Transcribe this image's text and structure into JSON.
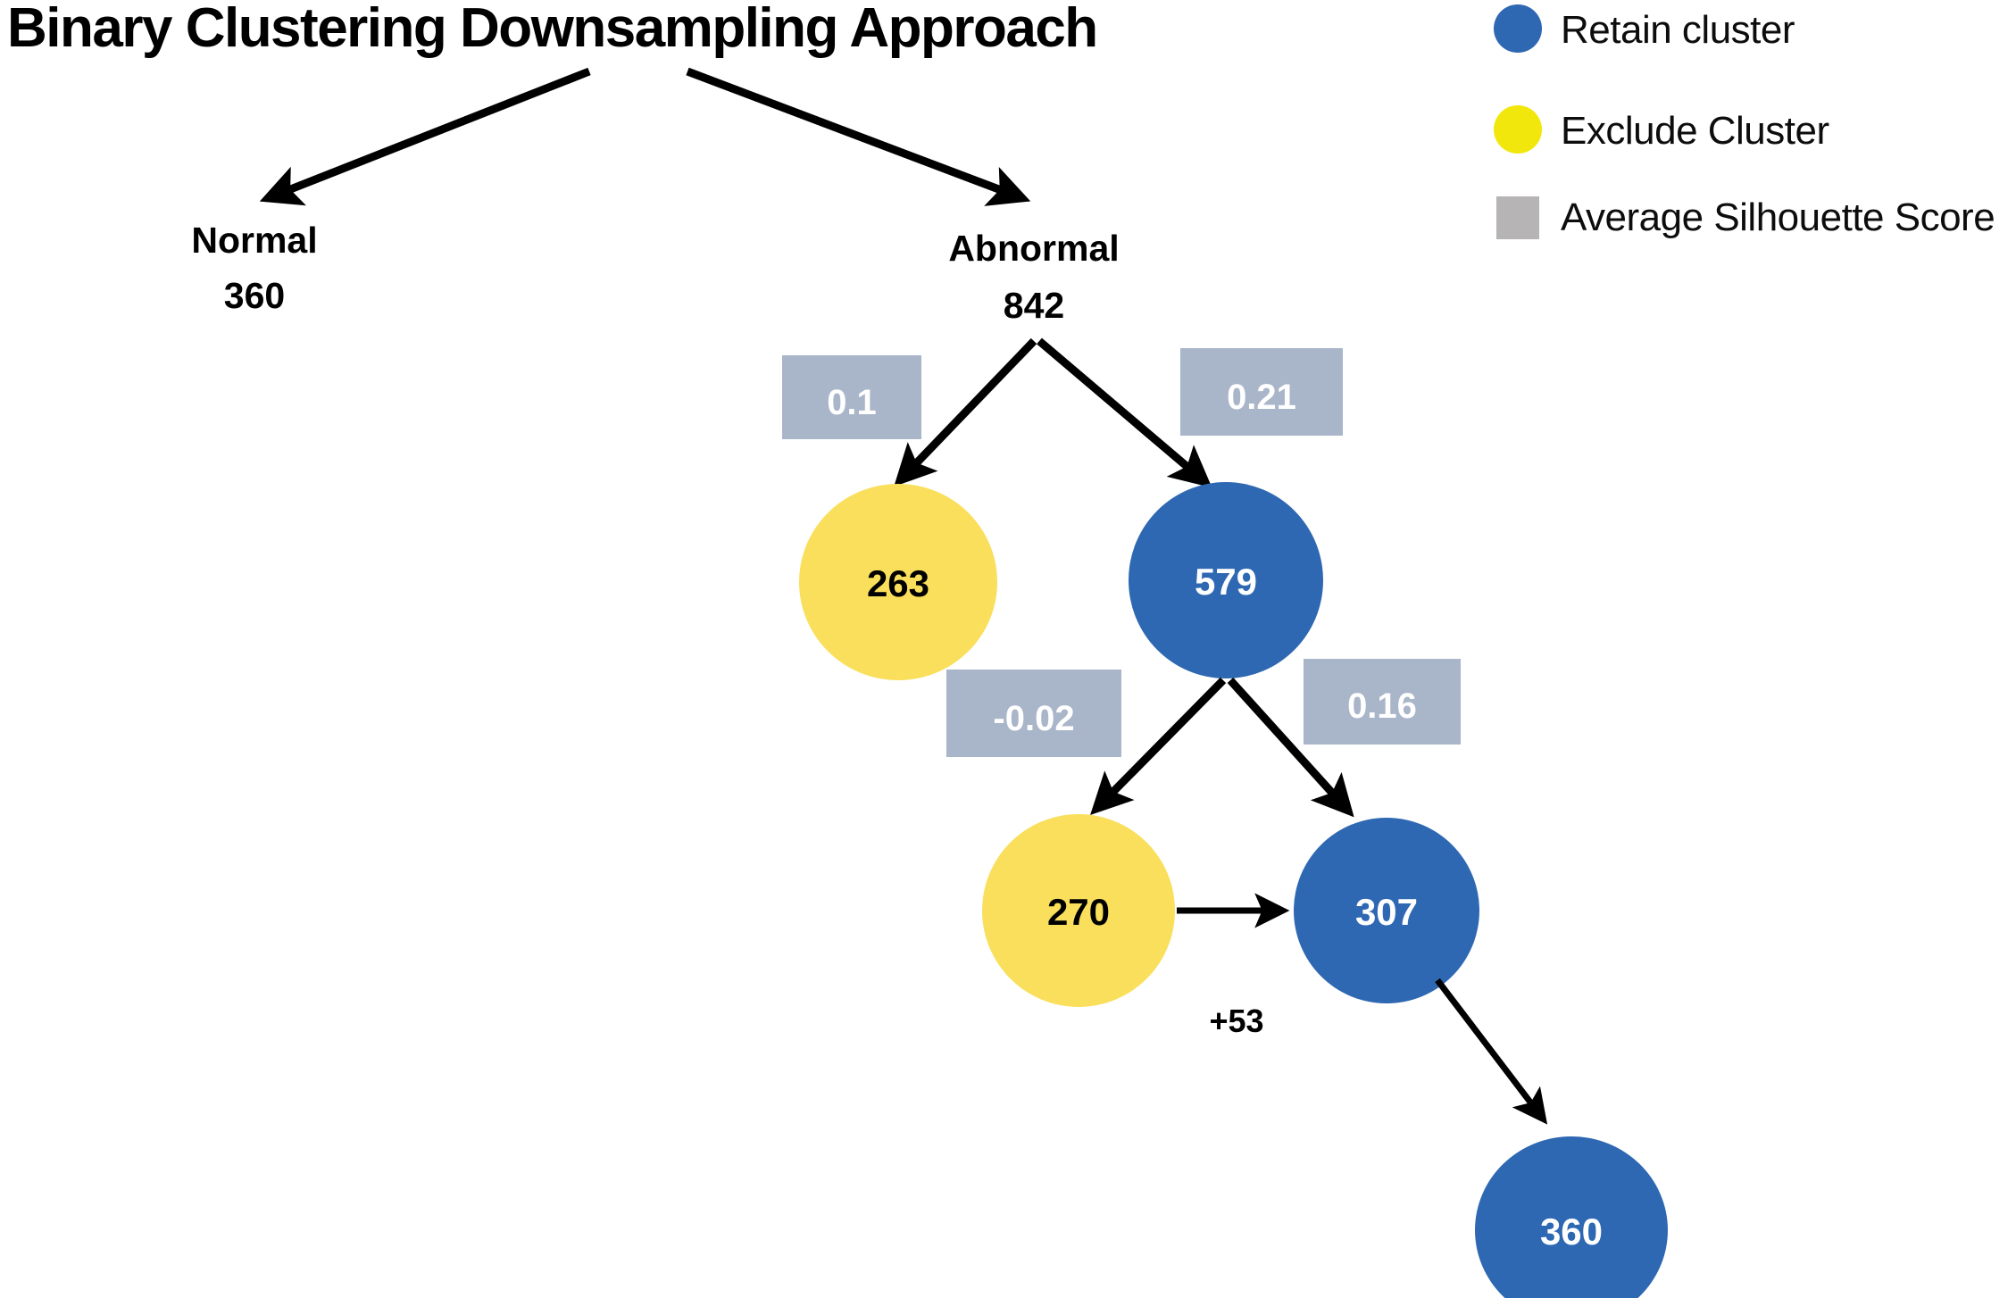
{
  "title": "Binary Clustering Downsampling Approach",
  "legend": {
    "items": [
      {
        "label": "Retain cluster",
        "marker": "circle",
        "color": "#2E68B2",
        "name": "retain-cluster"
      },
      {
        "label": "Exclude Cluster",
        "marker": "circle",
        "color": "#F2E70C",
        "name": "exclude-cluster"
      },
      {
        "label": "Average Silhouette Score",
        "marker": "square",
        "color": "#B6B4B4",
        "name": "average-silhouette-score"
      }
    ]
  },
  "colors": {
    "retain_blue": "#2E68B2",
    "exclude_yellow": "#F9DF5B",
    "legend_yellow": "#F2E70C",
    "score_box": "#A9B5C9",
    "legend_gray": "#B6B4B4",
    "arrow_black": "#000000"
  },
  "chart_data": {
    "type": "diagram",
    "title": "Binary Clustering Downsampling Approach",
    "nodes": [
      {
        "id": "normal",
        "label": "Normal",
        "value": "360",
        "kind": "text",
        "color": null
      },
      {
        "id": "abnormal",
        "label": "Abnormal",
        "value": "842",
        "kind": "text",
        "color": null
      },
      {
        "id": "c263",
        "label": "",
        "value": "263",
        "kind": "exclude",
        "color": "#F9DF5B"
      },
      {
        "id": "c579",
        "label": "",
        "value": "579",
        "kind": "retain",
        "color": "#2E68B2"
      },
      {
        "id": "c270",
        "label": "",
        "value": "270",
        "kind": "exclude",
        "color": "#F9DF5B"
      },
      {
        "id": "c307",
        "label": "",
        "value": "307",
        "kind": "retain",
        "color": "#2E68B2"
      },
      {
        "id": "c360",
        "label": "",
        "value": "360",
        "kind": "retain",
        "color": "#2E68B2"
      }
    ],
    "edges": [
      {
        "from": "title",
        "to": "normal",
        "label": ""
      },
      {
        "from": "title",
        "to": "abnormal",
        "label": ""
      },
      {
        "from": "abnormal",
        "to": "c263",
        "label": "0.1"
      },
      {
        "from": "abnormal",
        "to": "c579",
        "label": "0.21"
      },
      {
        "from": "c579",
        "to": "c270",
        "label": "-0.02"
      },
      {
        "from": "c579",
        "to": "c307",
        "label": "0.16"
      },
      {
        "from": "c270",
        "to": "c307",
        "label": "+53"
      },
      {
        "from": "c307",
        "to": "c360",
        "label": ""
      }
    ],
    "silhouette_scores": [
      "0.1",
      "0.21",
      "-0.02",
      "0.16"
    ],
    "annotations": [
      "+53"
    ]
  },
  "nodes": {
    "normal": {
      "label": "Normal",
      "count": "360"
    },
    "abnormal": {
      "label": "Abnormal",
      "count": "842"
    },
    "c263": {
      "value": "263"
    },
    "c579": {
      "value": "579"
    },
    "c270": {
      "value": "270"
    },
    "c307": {
      "value": "307"
    },
    "c360": {
      "value": "360"
    }
  },
  "scores": {
    "s1": "0.1",
    "s2": "0.21",
    "s3": "-0.02",
    "s4": "0.16"
  },
  "annotations": {
    "plus53": "+53"
  }
}
